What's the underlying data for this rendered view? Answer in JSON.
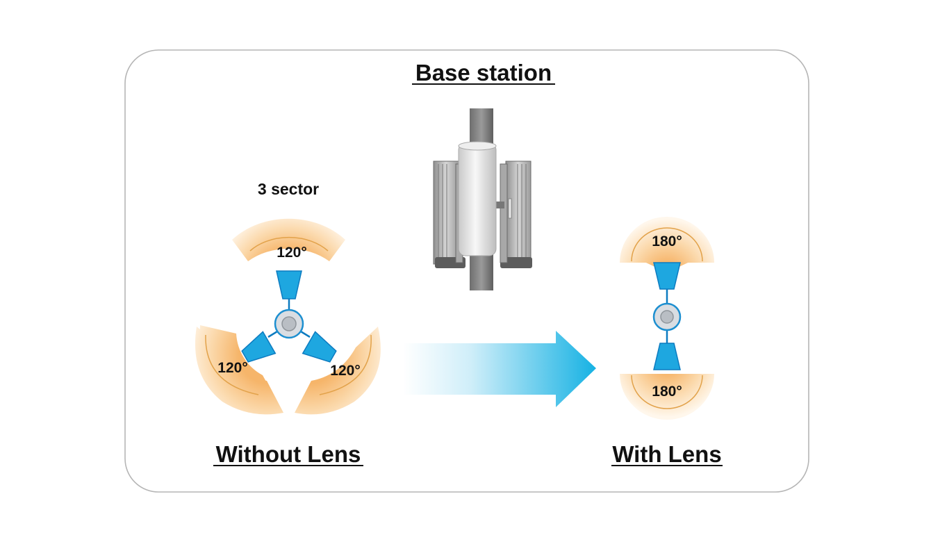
{
  "diagram": {
    "title": "Base station",
    "sector_label": "3 sector",
    "left_label": "Without Lens",
    "right_label": "With Lens",
    "left_angles": [
      "120°",
      "120°",
      "120°"
    ],
    "right_angles": [
      "180°",
      "180°"
    ]
  },
  "colors": {
    "frame_border": "#b5b5b5",
    "antenna_blue": "#1ea7e0",
    "antenna_stroke": "#0d7bc0",
    "arrow_blue": "#1ab4e4",
    "coverage_orange": "#f8c98a",
    "coverage_light": "#fdf0dd",
    "coverage_line": "#e2a24a"
  },
  "icons": [
    "base-station-icon",
    "antenna-icon",
    "hub-icon",
    "arrow-right-icon"
  ]
}
